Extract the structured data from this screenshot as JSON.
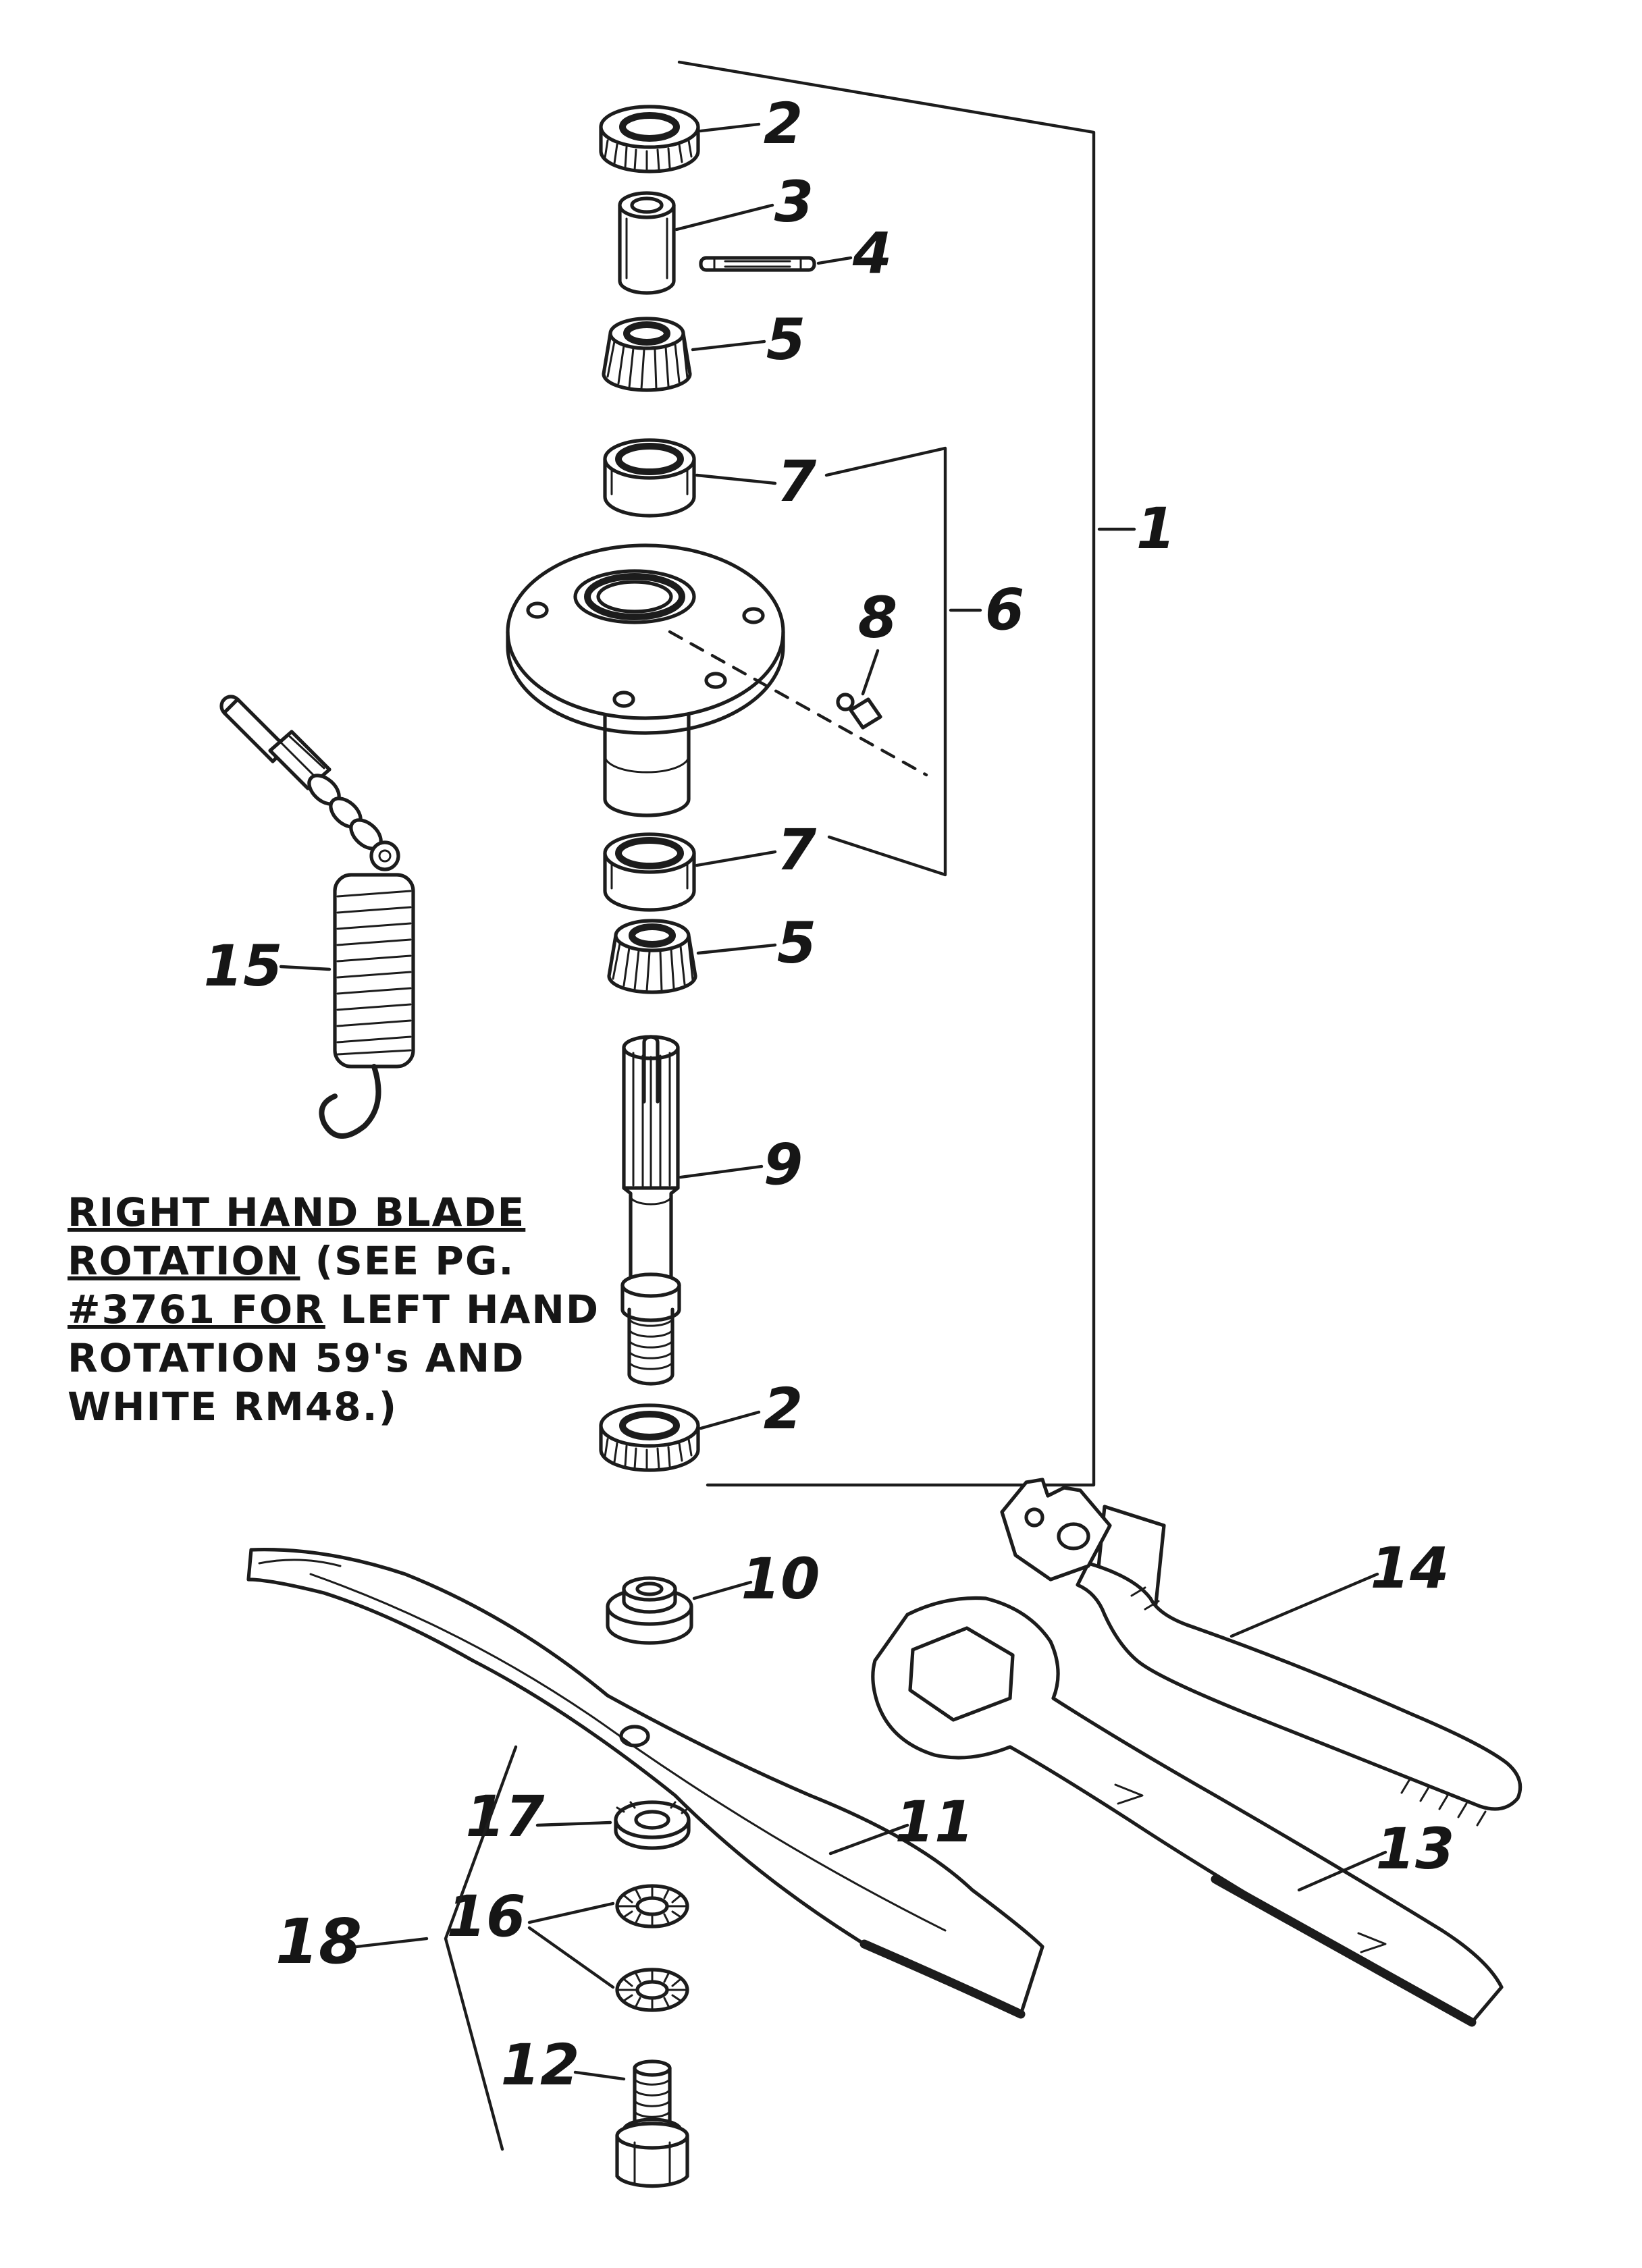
{
  "page": {
    "background": "#ffffff",
    "ink": "#1c1c1c",
    "kind": "exploded-parts-diagram"
  },
  "note": {
    "line1": "RIGHT HAND BLADE",
    "line2_underlined": "ROTATION",
    "line2_rest": "  (SEE PG.",
    "line3_underlined": "#3761 FOR",
    "line3_rest": " LEFT HAND",
    "line4": "ROTATION 59's  AND",
    "line5": "WHITE RM48.)"
  },
  "callouts": {
    "part1": "1",
    "part2_top": "2",
    "part3": "3",
    "part4": "4",
    "part5_upper": "5",
    "part6": "6",
    "part7_upper": "7",
    "part8": "8",
    "part7_lower": "7",
    "part5_lower": "5",
    "part9": "9",
    "part2_bottom": "2",
    "part10": "10",
    "part11": "11",
    "part12": "12",
    "part13": "13",
    "part14": "14",
    "part15": "15",
    "part16": "16",
    "part17": "17",
    "part18": "18"
  }
}
